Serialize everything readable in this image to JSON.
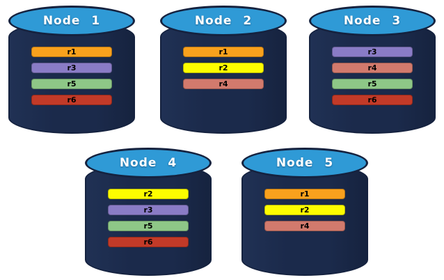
{
  "diagram": {
    "kind": "database-replication-diagram",
    "background_color": "#ffffff"
  },
  "colors": {
    "cylinder_body": "#1b2a4b",
    "cylinder_outline": "#15223f",
    "cylinder_top_fill": "#2f9ad6",
    "node_label_text": "#ffffff",
    "replica_label_text": "#000000"
  },
  "replica_colors": {
    "r1": "#f9a11d",
    "r2": "#fdfd00",
    "r3": "#8a7cc6",
    "r4": "#d27a6d",
    "r5": "#8ec787",
    "r6": "#c23a28"
  },
  "nodes": [
    {
      "label": "Node 1",
      "replicas": [
        "r1",
        "r3",
        "r5",
        "r6"
      ]
    },
    {
      "label": "Node 2",
      "replicas": [
        "r1",
        "r2",
        "r4"
      ]
    },
    {
      "label": "Node 3",
      "replicas": [
        "r3",
        "r4",
        "r5",
        "r6"
      ]
    },
    {
      "label": "Node 4",
      "replicas": [
        "r2",
        "r3",
        "r5",
        "r6"
      ]
    },
    {
      "label": "Node 5",
      "replicas": [
        "r1",
        "r2",
        "r4"
      ]
    }
  ]
}
